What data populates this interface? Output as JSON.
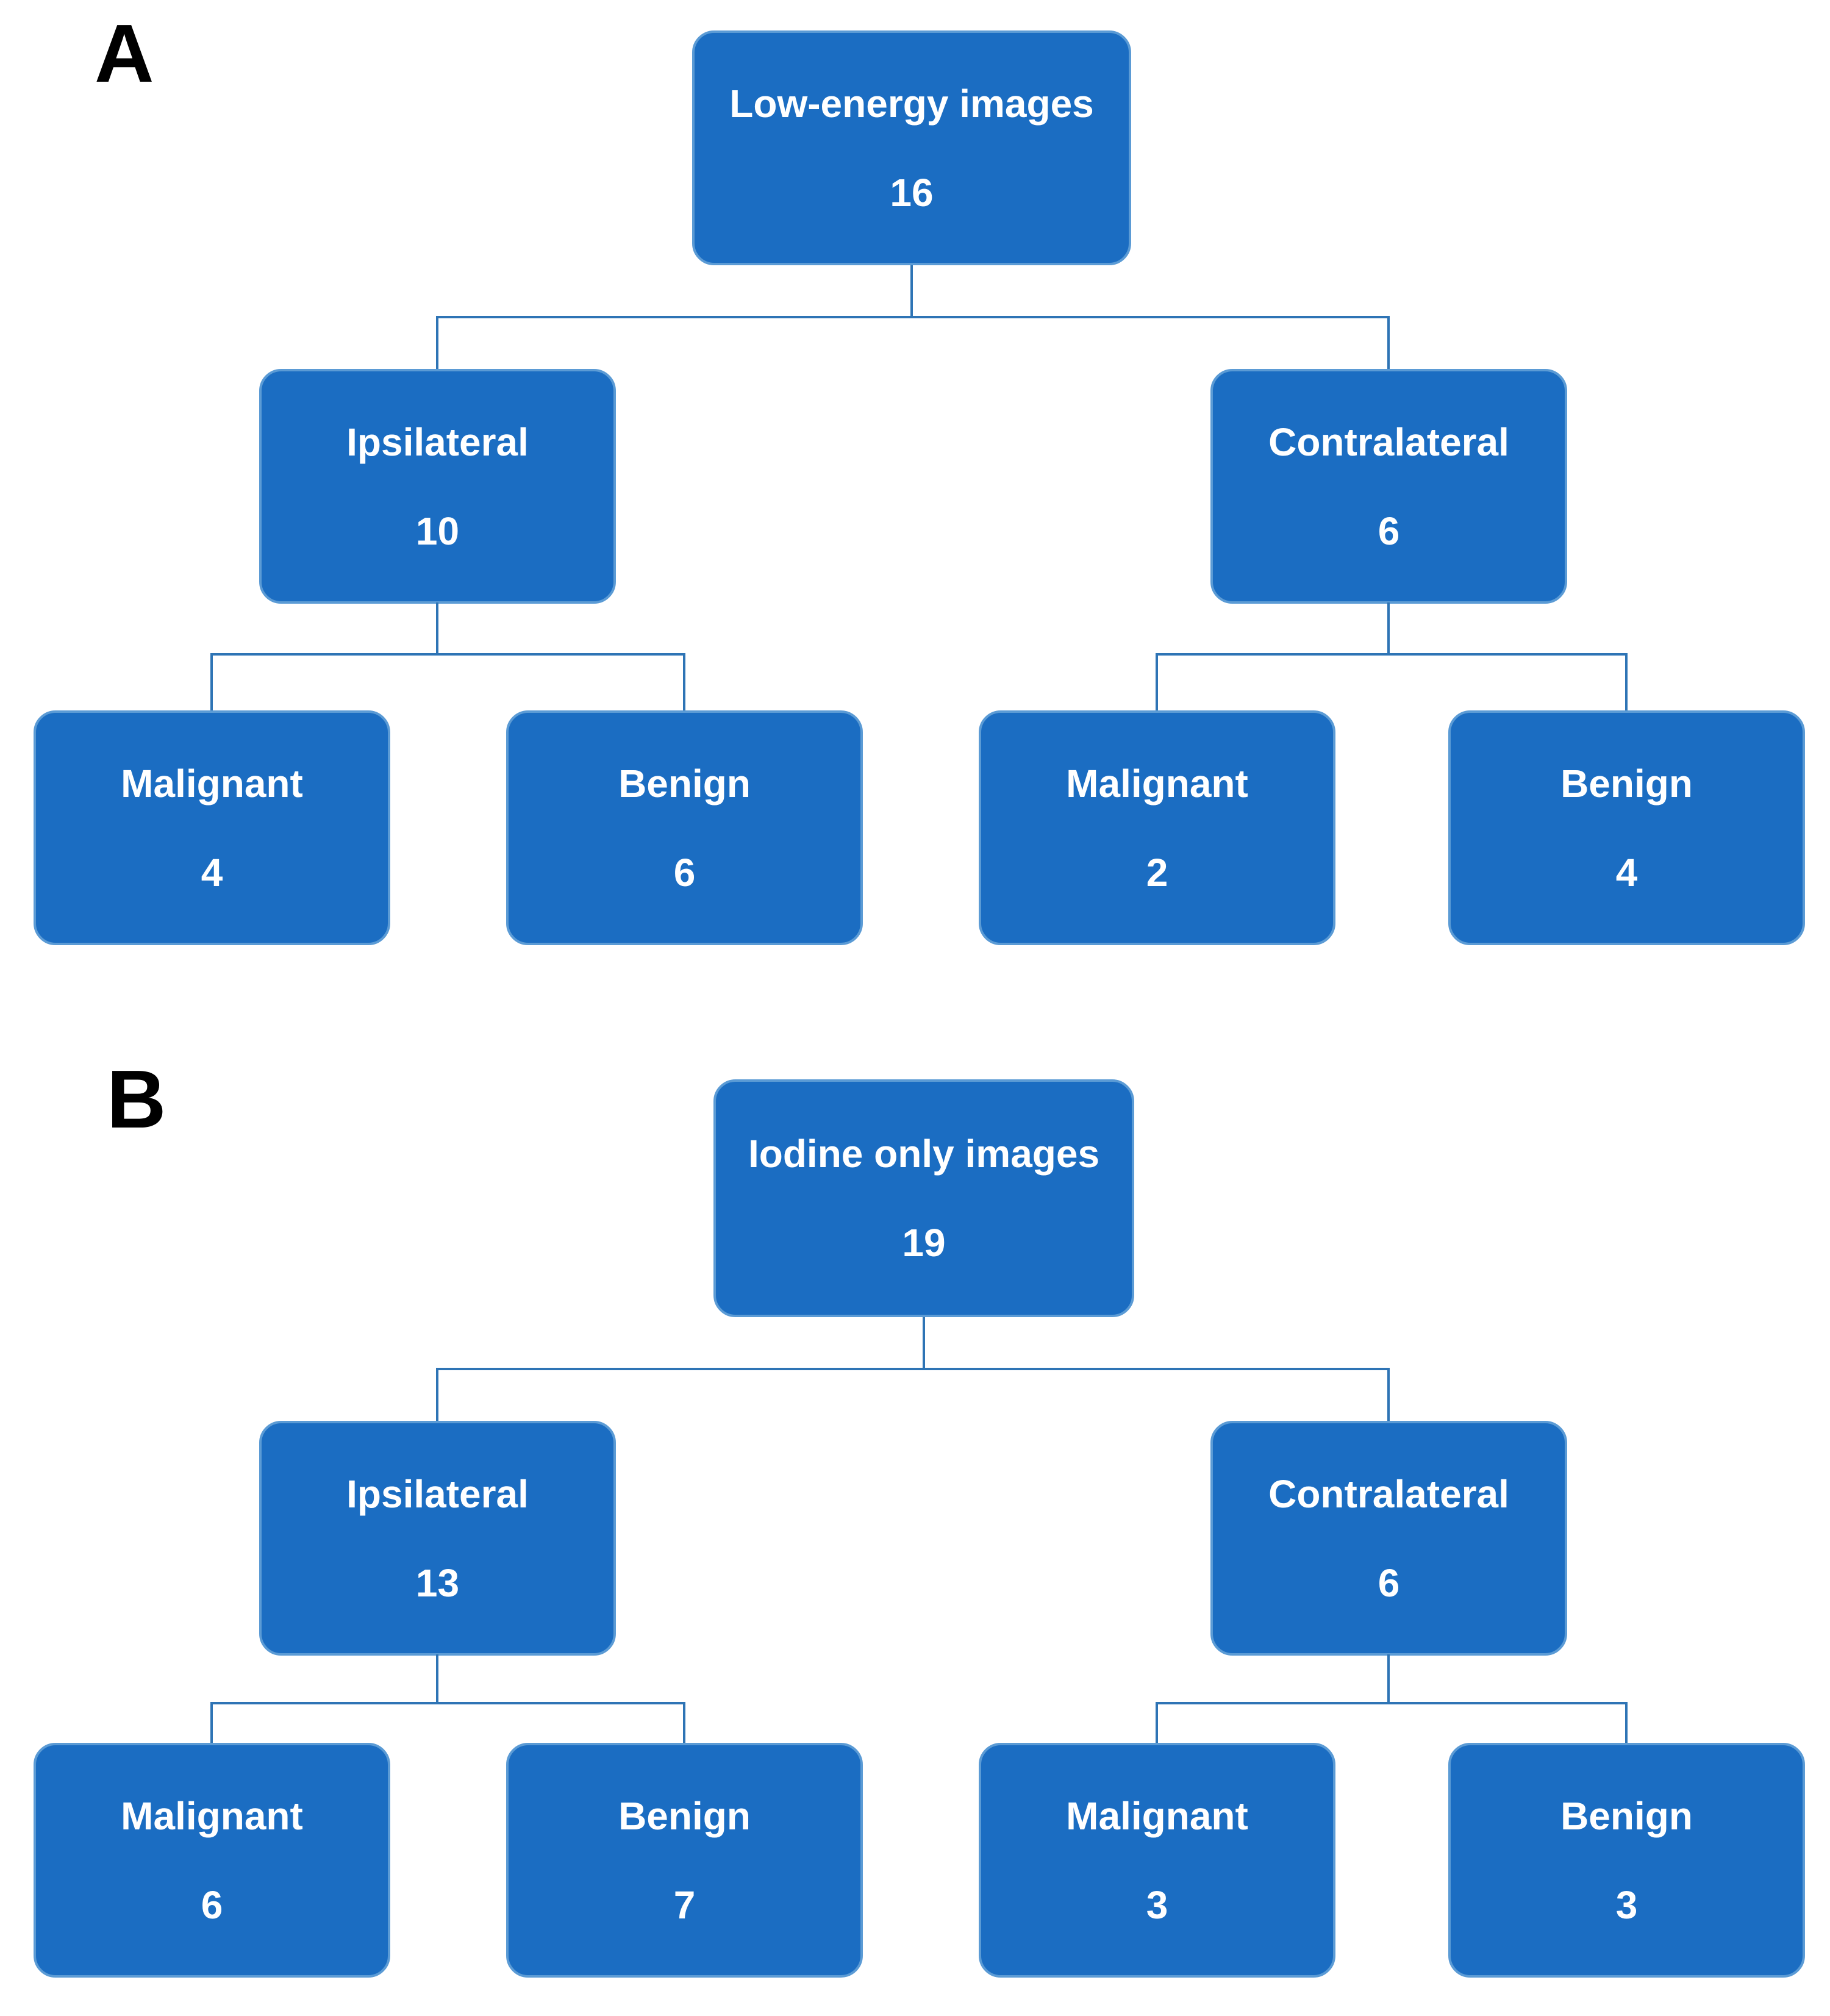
{
  "colors": {
    "node_fill": "#1b6dc2",
    "node_border": "#5b9bd5",
    "connector": "#2e74b5",
    "node_text": "#ffffff",
    "panel_label_text": "#000000",
    "background": "#ffffff"
  },
  "panel_a": {
    "label": "A",
    "root": {
      "label": "Low-energy images",
      "value": "16"
    },
    "left": {
      "label": "Ipsilateral",
      "value": "10"
    },
    "right": {
      "label": "Contralateral",
      "value": "6"
    },
    "left_children": [
      {
        "label": "Malignant",
        "value": "4"
      },
      {
        "label": "Benign",
        "value": "6"
      }
    ],
    "right_children": [
      {
        "label": "Malignant",
        "value": "2"
      },
      {
        "label": "Benign",
        "value": "4"
      }
    ]
  },
  "panel_b": {
    "label": "B",
    "root": {
      "label": "Iodine only images",
      "value": "19"
    },
    "left": {
      "label": "Ipsilateral",
      "value": "13"
    },
    "right": {
      "label": "Contralateral",
      "value": "6"
    },
    "left_children": [
      {
        "label": "Malignant",
        "value": "6"
      },
      {
        "label": "Benign",
        "value": "7"
      }
    ],
    "right_children": [
      {
        "label": "Malignant",
        "value": "3"
      },
      {
        "label": "Benign",
        "value": "3"
      }
    ]
  }
}
